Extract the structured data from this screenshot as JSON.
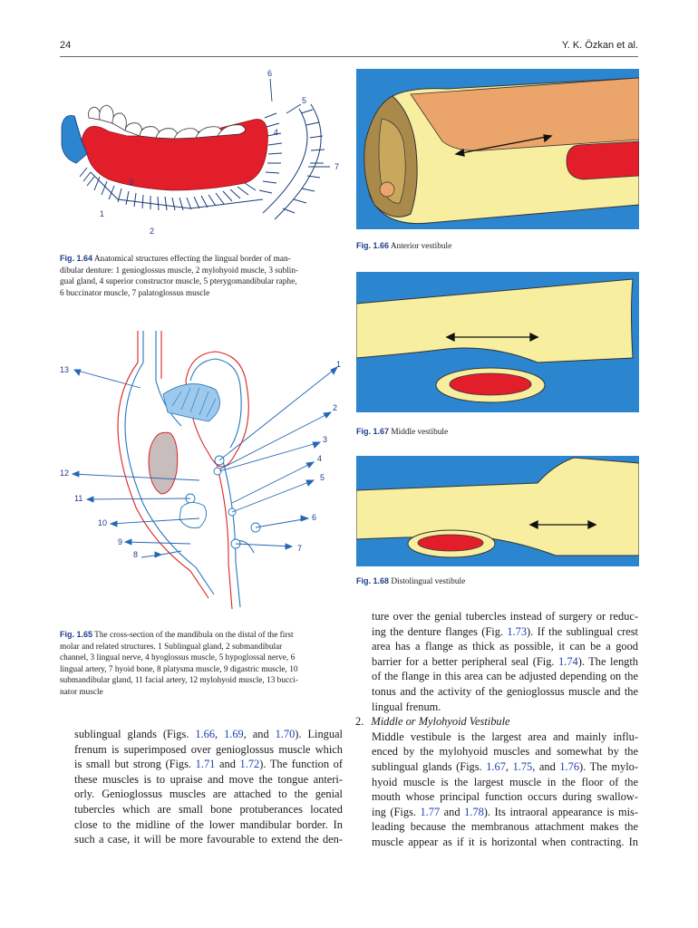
{
  "header": {
    "page_number": "24",
    "authors": "Y. K. Özkan et al."
  },
  "fig164": {
    "label": "Fig. 1.64",
    "caption_lines": [
      "Anatomical structures effecting the lingual border of man-",
      "dibular denture: 1 genioglossus muscle, 2 mylohyoid muscle, 3 sublin-",
      "gual gland, 4 superior constructor muscle, 5 pterygomandibular raphe,",
      "6 buccinator muscle, 7 palatoglossus muscle"
    ],
    "numbers": [
      "1",
      "2",
      "3",
      "4",
      "5",
      "6",
      "7"
    ]
  },
  "fig165": {
    "label": "Fig. 1.65",
    "caption_lines": [
      "The cross-section of the mandibula on the distal of the first",
      "molar and related structures. 1 Sublingual gland, 2 submandibular",
      "channel, 3 lingual nerve, 4 hyoglossus muscle, 5 hypoglossal nerve, 6",
      "lingual artery, 7 hyoid bone, 8 platysma muscle, 9 digastric muscle, 10",
      "submandibular gland, 11 facial artery, 12 mylohyoid muscle, 13 bucci-",
      "nator muscle"
    ],
    "numbers": [
      "1",
      "2",
      "3",
      "4",
      "5",
      "6",
      "7",
      "8",
      "9",
      "10",
      "11",
      "12",
      "13"
    ]
  },
  "fig166": {
    "label": "Fig. 1.66",
    "caption": "Anterior vestibule"
  },
  "fig167": {
    "label": "Fig. 1.67",
    "caption": "Middle vestibule"
  },
  "fig168": {
    "label": "Fig. 1.68",
    "caption": "Distolingual vestibule"
  },
  "colors": {
    "blue": "#2c86cf",
    "yellow": "#f7eea0",
    "red": "#e31e2b",
    "orange": "#eba46a",
    "figure_label": "#1f3d8a",
    "link": "#1a3fb3"
  },
  "left_column": {
    "lines": [
      [
        "sublingual glands (Figs. ",
        "1.66",
        ", ",
        "1.69",
        ", and ",
        "1.70",
        "). Lingual"
      ],
      [
        "frenum is superimposed over genioglossus muscle which"
      ],
      [
        "is small but strong (Figs. ",
        "1.71",
        " and ",
        "1.72",
        "). The function of"
      ],
      [
        "these muscles is to upraise and move the tongue anteri-"
      ],
      [
        "orly. Genioglossus muscles are attached to the genial"
      ],
      [
        "tubercles which are small bone protuberances located"
      ],
      [
        "close to the midline of the lower mandibular border. In"
      ],
      [
        "such a case, it will be more favourable to extend the den-"
      ]
    ]
  },
  "right_column": {
    "para1": [
      [
        "ture over the genial tubercles instead of surgery or reduc-"
      ],
      [
        "ing the denture flanges (Fig. ",
        "1.73",
        "). If the sublingual crest"
      ],
      [
        "area has a flange as thick as possible, it can be a good"
      ],
      [
        "barrier for a better peripheral seal (Fig. ",
        "1.74",
        "). The length"
      ],
      [
        "of the flange in this area can be adjusted depending on the"
      ],
      [
        "tonus and the activity of the genioglossus muscle and the"
      ],
      [
        "lingual frenum."
      ]
    ],
    "heading_number": "2.",
    "heading": "Middle or Mylohyoid Vestibule",
    "para2": [
      [
        "Middle vestibule is the largest area and mainly influ-"
      ],
      [
        "enced by the mylohyoid muscles and somewhat by the"
      ],
      [
        "sublingual glands (Figs. ",
        "1.67",
        ", ",
        "1.75",
        ", and ",
        "1.76",
        "). The mylo-"
      ],
      [
        "hyoid muscle is the largest muscle in the floor of the"
      ],
      [
        "mouth whose principal function occurs during swallow-"
      ],
      [
        "ing (Figs. ",
        "1.77",
        " and ",
        "1.78",
        "). Its intraoral appearance is mis-"
      ],
      [
        "leading because the membranous attachment makes the"
      ],
      [
        "muscle appear as if it is horizontal when contracting. In"
      ]
    ]
  }
}
